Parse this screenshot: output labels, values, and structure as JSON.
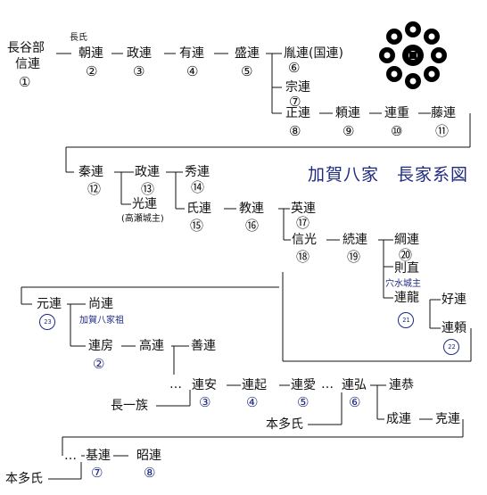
{
  "title": "加賀八家　長家系図",
  "label_chou_shi": "長氏",
  "dash": "―",
  "branch_dots": "…",
  "row1": [
    {
      "name": "長谷部",
      "name2": "信連",
      "num": "①"
    },
    {
      "name": "朝連",
      "num": "②"
    },
    {
      "name": "政連",
      "num": "③"
    },
    {
      "name": "有連",
      "num": "④"
    },
    {
      "name": "盛連",
      "num": "⑤"
    },
    {
      "name": "胤連(国連)",
      "num": "⑥"
    },
    {
      "name": "宗連",
      "num": "⑦"
    },
    {
      "name": "正連",
      "num": "⑧"
    },
    {
      "name": "頼連",
      "num": "⑨"
    },
    {
      "name": "連重",
      "num": "⑩"
    },
    {
      "name": "藤連",
      "num": "⑪"
    }
  ],
  "row2": [
    {
      "name": "秦連",
      "num": "⑫"
    },
    {
      "name": "政連",
      "num": "⑬"
    },
    {
      "name": "秀連",
      "num": "⑭"
    },
    {
      "name": "光連",
      "note": "(高瀬城主)"
    },
    {
      "name": "氏連",
      "num": "⑮"
    },
    {
      "name": "教連",
      "num": "⑯"
    },
    {
      "name": "英連",
      "num": "⑰"
    },
    {
      "name": "信光",
      "num": "⑱"
    },
    {
      "name": "続連",
      "num": "⑲"
    },
    {
      "name": "綱連",
      "num": "⑳"
    },
    {
      "name": "則直",
      "note": "穴水城主"
    },
    {
      "name": "連龍",
      "num": "21"
    },
    {
      "name": "好連"
    },
    {
      "name": "連頼",
      "num": "22"
    }
  ],
  "row3": {
    "moto": {
      "name": "元連",
      "num": "23"
    },
    "nao": {
      "name": "尚連",
      "note": "加賀八家祖"
    },
    "fusa": {
      "name": "連房",
      "num": "②"
    },
    "taka": {
      "name": "高連"
    },
    "yoshi": {
      "name": "善連"
    },
    "yasu": {
      "name": "連安",
      "num": "③"
    },
    "oki": {
      "name": "連起",
      "num": "④"
    },
    "ai": {
      "name": "連愛",
      "num": "⑤"
    },
    "hiro": {
      "name": "連弘",
      "num": "⑥"
    },
    "kyo": {
      "name": "連恭"
    },
    "sei": {
      "name": "成連"
    },
    "katsu": {
      "name": "克連"
    },
    "clan": "長一族",
    "honda1": "本多氏"
  },
  "row4": {
    "moto": {
      "name": "基連",
      "num": "⑦"
    },
    "aki": {
      "name": "昭連",
      "num": "⑧"
    },
    "honda2": "本多氏"
  },
  "colors": {
    "ink": "#111111",
    "accent": "#1e2a80"
  },
  "icons": {
    "crest": "nine-circles-crest-icon"
  }
}
